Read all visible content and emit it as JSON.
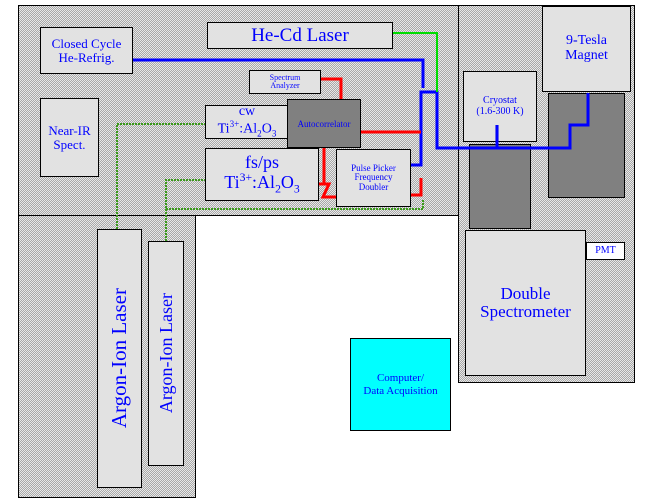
{
  "diagram": {
    "regions": [
      "optical-table-top",
      "laser-table-left",
      "detection-table-right"
    ],
    "components": {
      "closed_cycle": {
        "line1": "Closed Cycle",
        "line2": "He-Refrig."
      },
      "near_ir": {
        "line1": "Near-IR",
        "line2": "Spect."
      },
      "hecd": {
        "label": "He-Cd Laser"
      },
      "spectrum_analyzer": {
        "line1": "Spectrum",
        "line2": "Analyzer"
      },
      "cw_ti": {
        "line1": "cw",
        "ion": "Ti",
        "charge": "3+",
        "host": ":Al",
        "sub2": "2",
        "o": "O",
        "sub3": "3"
      },
      "autocorrelator": {
        "label": "Autocorrelator"
      },
      "fsps_ti": {
        "line1": "fs/ps",
        "ion": "Ti",
        "charge": "3+",
        "host": ":Al",
        "sub2": "2",
        "o": "O",
        "sub3": "3"
      },
      "pulse_picker": {
        "line1": "Pulse Picker",
        "line2": "Frequency",
        "line3": "Doubler"
      },
      "cryostat": {
        "line1": "Cryostat",
        "line2": "(1.6-300 K)"
      },
      "magnet": {
        "line1": "9-Tesla",
        "line2": "Magnet"
      },
      "spectrometer": {
        "line1": "Double",
        "line2": "Spectrometer"
      },
      "pmt": {
        "label": "PMT"
      },
      "computer": {
        "line1": "Computer/",
        "line2": "Data Acquisition"
      },
      "argon1": {
        "label": "Argon-Ion Laser"
      },
      "argon2": {
        "label": "Argon-Ion Laser"
      }
    },
    "beam_colors": {
      "blue": "#0000ff",
      "green_hecd": "#00dd00",
      "green_argon": "#3a9a1a",
      "red": "#ff0000"
    }
  }
}
